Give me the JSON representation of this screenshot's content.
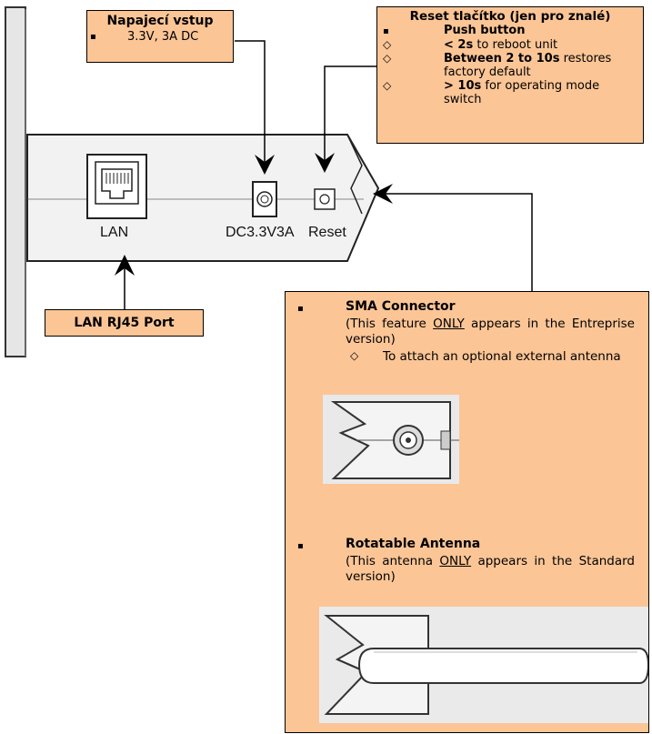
{
  "colors": {
    "callout_fill": "#fbc596",
    "callout_border": "#000000",
    "drawing_line": "#222222"
  },
  "panel_labels": {
    "lan": "LAN",
    "dc": "DC3.3V3A",
    "reset": "Reset"
  },
  "power_input": {
    "title": "Napajecí vstup",
    "item": "3.3V, 3A DC"
  },
  "reset_button": {
    "title": "Reset tlačítko (jen pro znalé)",
    "item": "Push button",
    "sub": [
      {
        "bold": "< 2s",
        "text": " to reboot unit"
      },
      {
        "bold": "Between 2 to 10s",
        "text": " restores factory default"
      },
      {
        "bold": "> 10s",
        "text": " for operating mode switch"
      }
    ]
  },
  "lan_port": {
    "title": "LAN RJ45 Port"
  },
  "antenna_info": {
    "sma_title": "SMA Connector",
    "sma_note_pre": "(This feature ",
    "sma_note_u": "ONLY",
    "sma_note_post": " appears in the Entreprise version)",
    "sma_sub": "To attach an optional external antenna",
    "rot_title": "Rotatable Antenna",
    "rot_note_pre": "(This antenna ",
    "rot_note_u": "ONLY",
    "rot_note_post": " appears in the Standard version)"
  }
}
